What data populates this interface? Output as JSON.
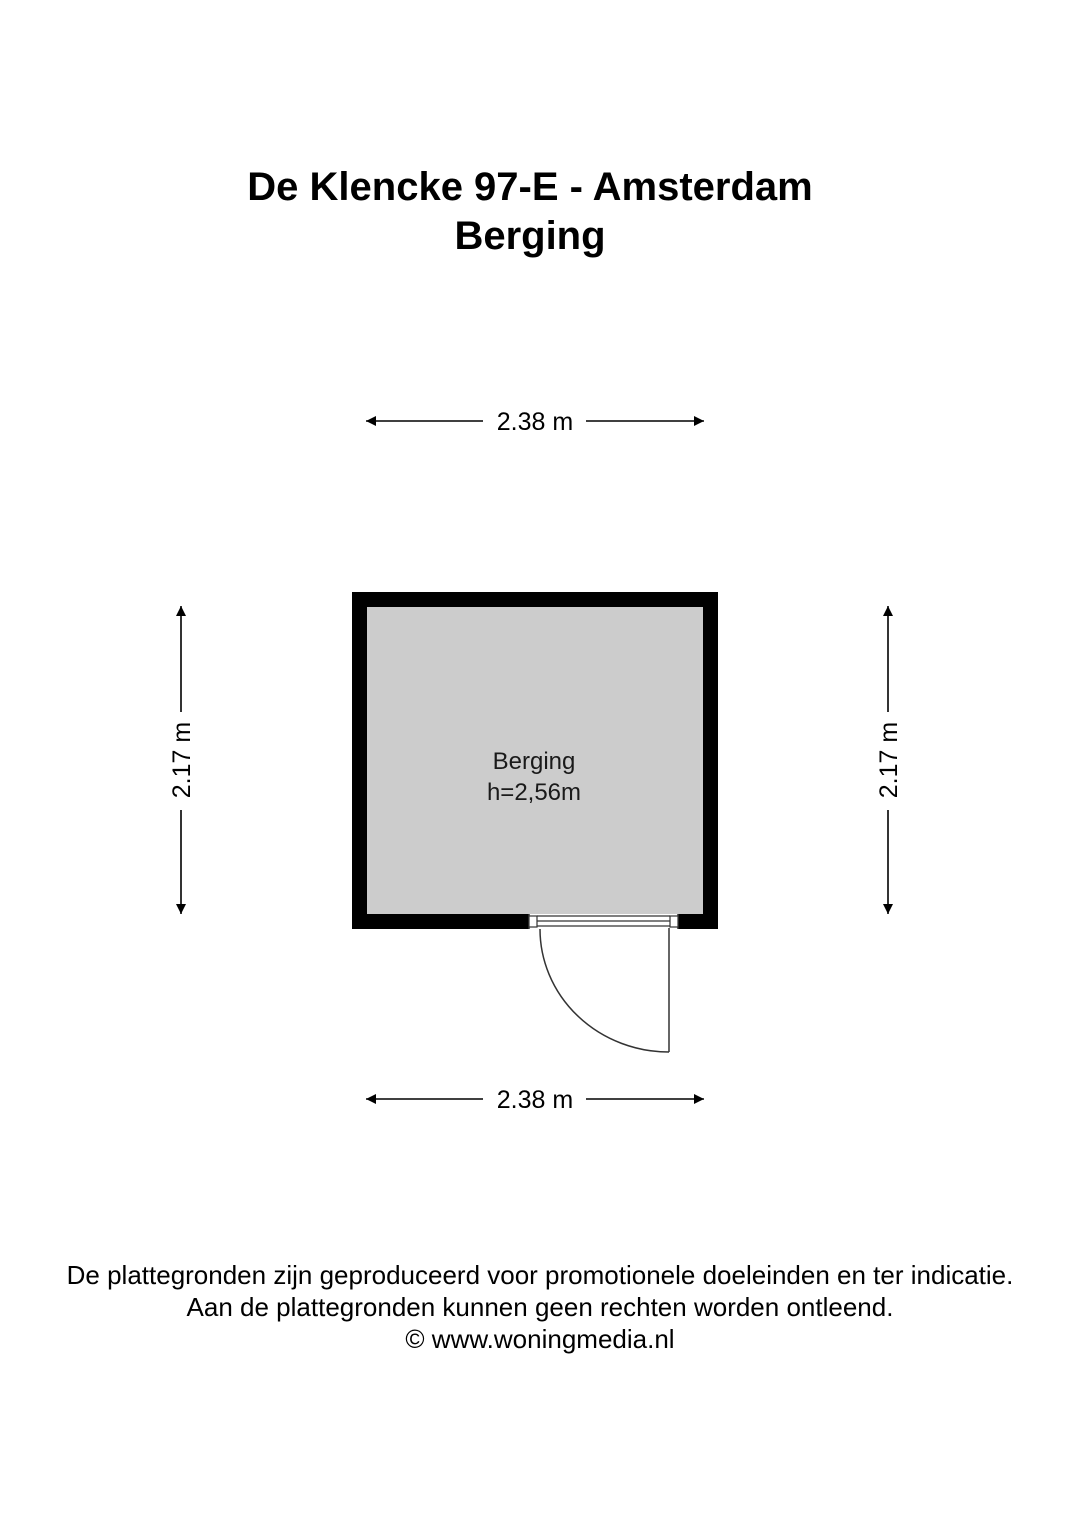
{
  "header": {
    "title": "De Klencke 97-E - Amsterdam",
    "subtitle": "Berging"
  },
  "plan": {
    "room": {
      "name": "Berging",
      "height_label": "h=2,56m"
    },
    "dimensions": {
      "top_width": "2.38 m",
      "bottom_width": "2.38 m",
      "left_depth": "2.17 m",
      "right_depth": "2.17 m"
    },
    "colors": {
      "wall": "#000000",
      "floor": "#cccccc",
      "door_line": "#333333"
    }
  },
  "footer": {
    "line1": "De plattegronden zijn geproduceerd voor promotionele doeleinden en ter indicatie.",
    "line2": "Aan de plattegronden kunnen geen rechten worden ontleend.",
    "copyright": "© www.woningmedia.nl"
  }
}
